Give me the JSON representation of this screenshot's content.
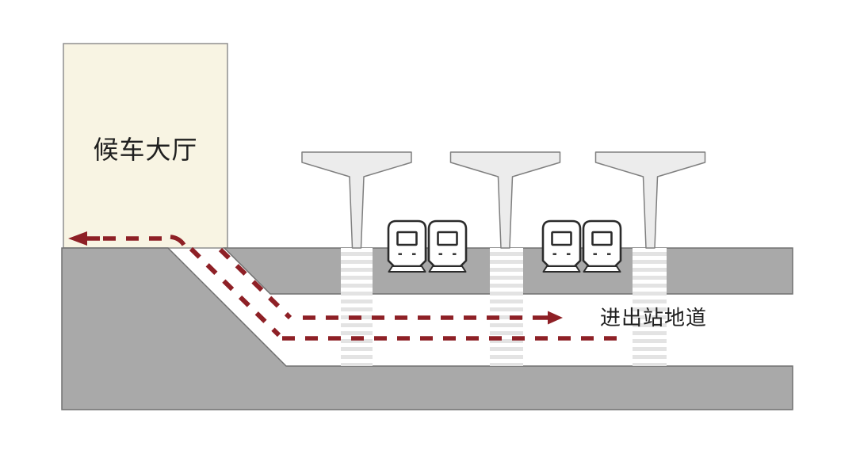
{
  "scene": {
    "type": "railway-station-cross-section-diagram",
    "waiting_hall_label": "候车大厅",
    "underpass_label": "进出站地道"
  },
  "arrows": {
    "hall_exit_arrow_direction": "left",
    "underpass_arrow_direction": "right"
  },
  "counts": {
    "platform_canopies": 3,
    "trains": 4,
    "stairways": 3
  },
  "icons": {
    "canopy": "platform-canopy-icon",
    "train": "train-front-icon",
    "stairway": "striped-stairway-icon",
    "left_arrow": "left-arrowhead-icon",
    "right_arrow": "right-arrowhead-icon"
  },
  "colors": {
    "accent": "#8E2026",
    "building": "#F8F4E3",
    "building_border": "#8F8F8F",
    "ground": "#A9A9A9",
    "ground_border": "#707070",
    "canopy": "#ECECEC",
    "canopy_border": "#7F7F7F",
    "stripe": "#E3E3E3",
    "train_border": "#2B2B2B",
    "label": "#1F1F1F"
  }
}
